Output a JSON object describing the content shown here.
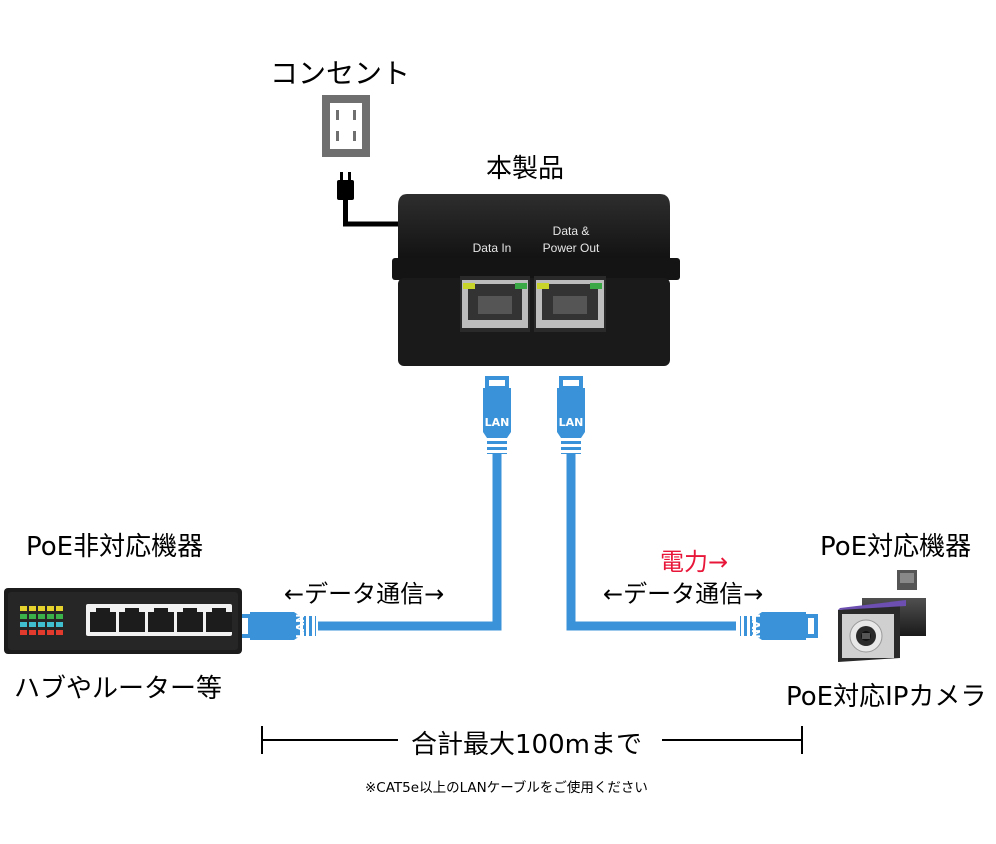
{
  "labels": {
    "outlet": "コンセント",
    "product": "本製品",
    "non_poe_device": "PoE非対応機器",
    "poe_device": "PoE対応機器",
    "hub_router": "ハブやルーター等",
    "poe_camera": "PoE対応IPカメラ",
    "data_comm_left": "←データ通信→",
    "data_comm_right": "←データ通信→",
    "power": "電力→",
    "total_distance": "合計最大100mまで",
    "note": "※CAT5e以上のLANケーブルをご使用ください"
  },
  "injector": {
    "port1_label": "Data In",
    "port2_label_line1": "Data &",
    "port2_label_line2": "Power Out"
  },
  "cable_connector_label": "LAN",
  "colors": {
    "cable": "#3a93d8",
    "power_text": "#e8173a",
    "injector_body": "#1b1b1b"
  }
}
